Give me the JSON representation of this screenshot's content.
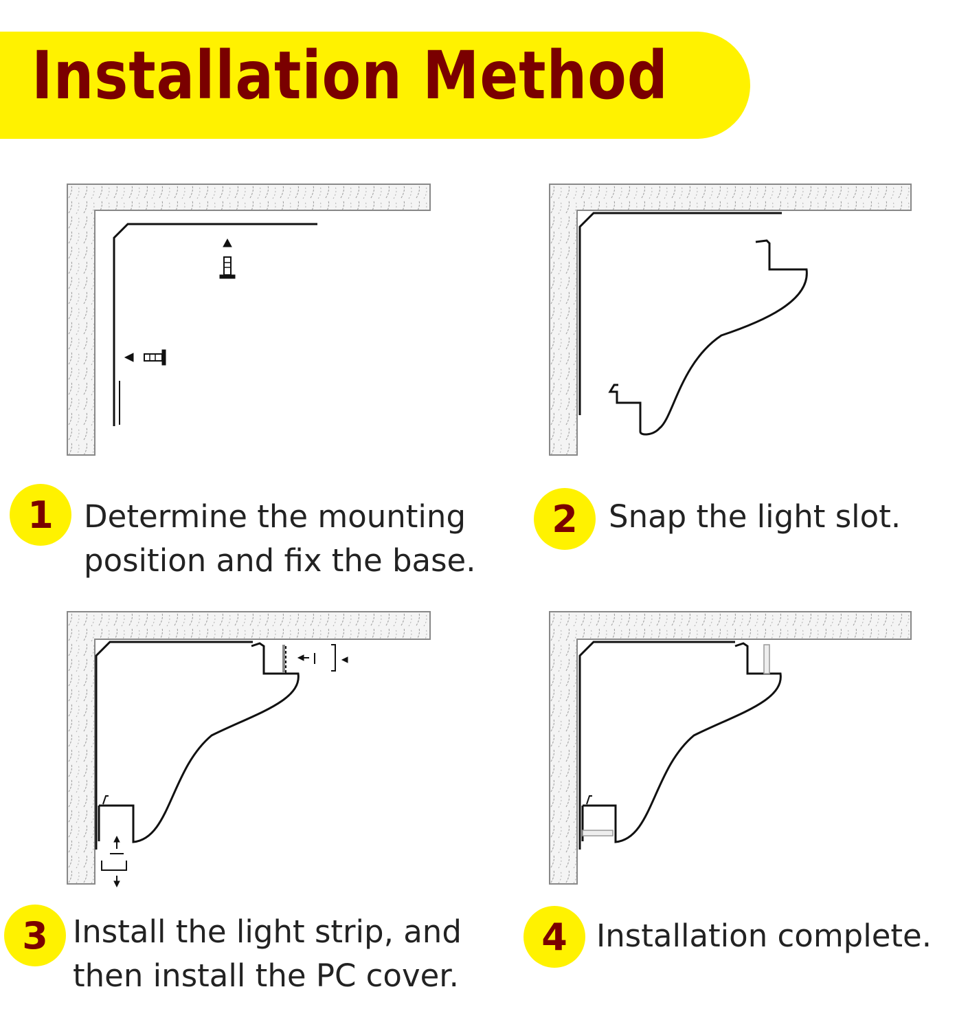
{
  "header": {
    "title": "Installation Method"
  },
  "colors": {
    "banner": "#fff200",
    "title": "#7a0000",
    "badge": "#fff200",
    "badge_text": "#7a0000",
    "caption": "#222222"
  },
  "steps": [
    {
      "number": "1",
      "caption_line1": "Determine the mounting",
      "caption_line2": "position and fix the base."
    },
    {
      "number": "2",
      "caption_line1": "Snap the light slot.",
      "caption_line2": ""
    },
    {
      "number": "3",
      "caption_line1": "Install the light strip, and",
      "caption_line2": "then install the PC cover."
    },
    {
      "number": "4",
      "caption_line1": "Installation complete.",
      "caption_line2": ""
    }
  ]
}
